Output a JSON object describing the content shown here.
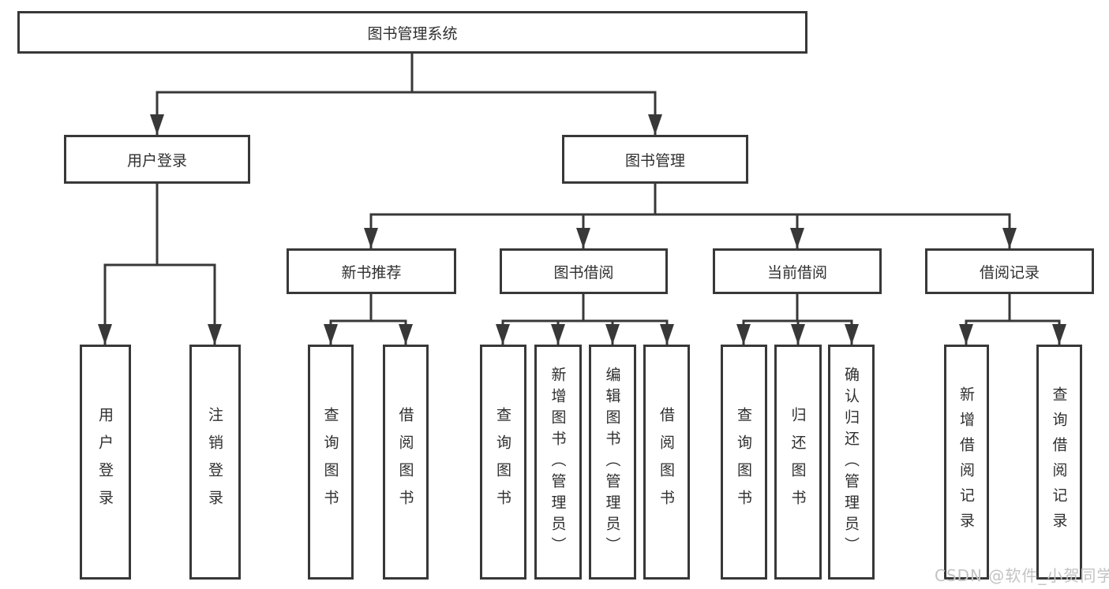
{
  "diagram": {
    "root": {
      "label": "图书管理系统"
    },
    "level2": [
      {
        "label": "用户登录"
      },
      {
        "label": "图书管理"
      }
    ],
    "level3": [
      {
        "label": "新书推荐"
      },
      {
        "label": "图书借阅"
      },
      {
        "label": "当前借阅"
      },
      {
        "label": "借阅记录"
      }
    ],
    "leaves": {
      "user_login": [
        {
          "label": "用户登录"
        },
        {
          "label": "注销登录"
        }
      ],
      "new_books": [
        {
          "label": "查询图书"
        },
        {
          "label": "借阅图书"
        }
      ],
      "borrow": [
        {
          "label": "查询图书"
        },
        {
          "label": "新增图书（管理员）"
        },
        {
          "label": "编辑图书（管理员）"
        },
        {
          "label": "借阅图书"
        }
      ],
      "current": [
        {
          "label": "查询图书"
        },
        {
          "label": "归还图书"
        },
        {
          "label": "确认归还（管理员）"
        }
      ],
      "records": [
        {
          "label": "新增借阅记录"
        },
        {
          "label": "查询借阅记录"
        }
      ]
    }
  },
  "watermark": {
    "text": "CSDN @软件_小贺同学"
  },
  "colors": {
    "line": "#383838",
    "text": "#2f2f2f",
    "watermark": "#c3c3c3",
    "background": "#ffffff"
  }
}
